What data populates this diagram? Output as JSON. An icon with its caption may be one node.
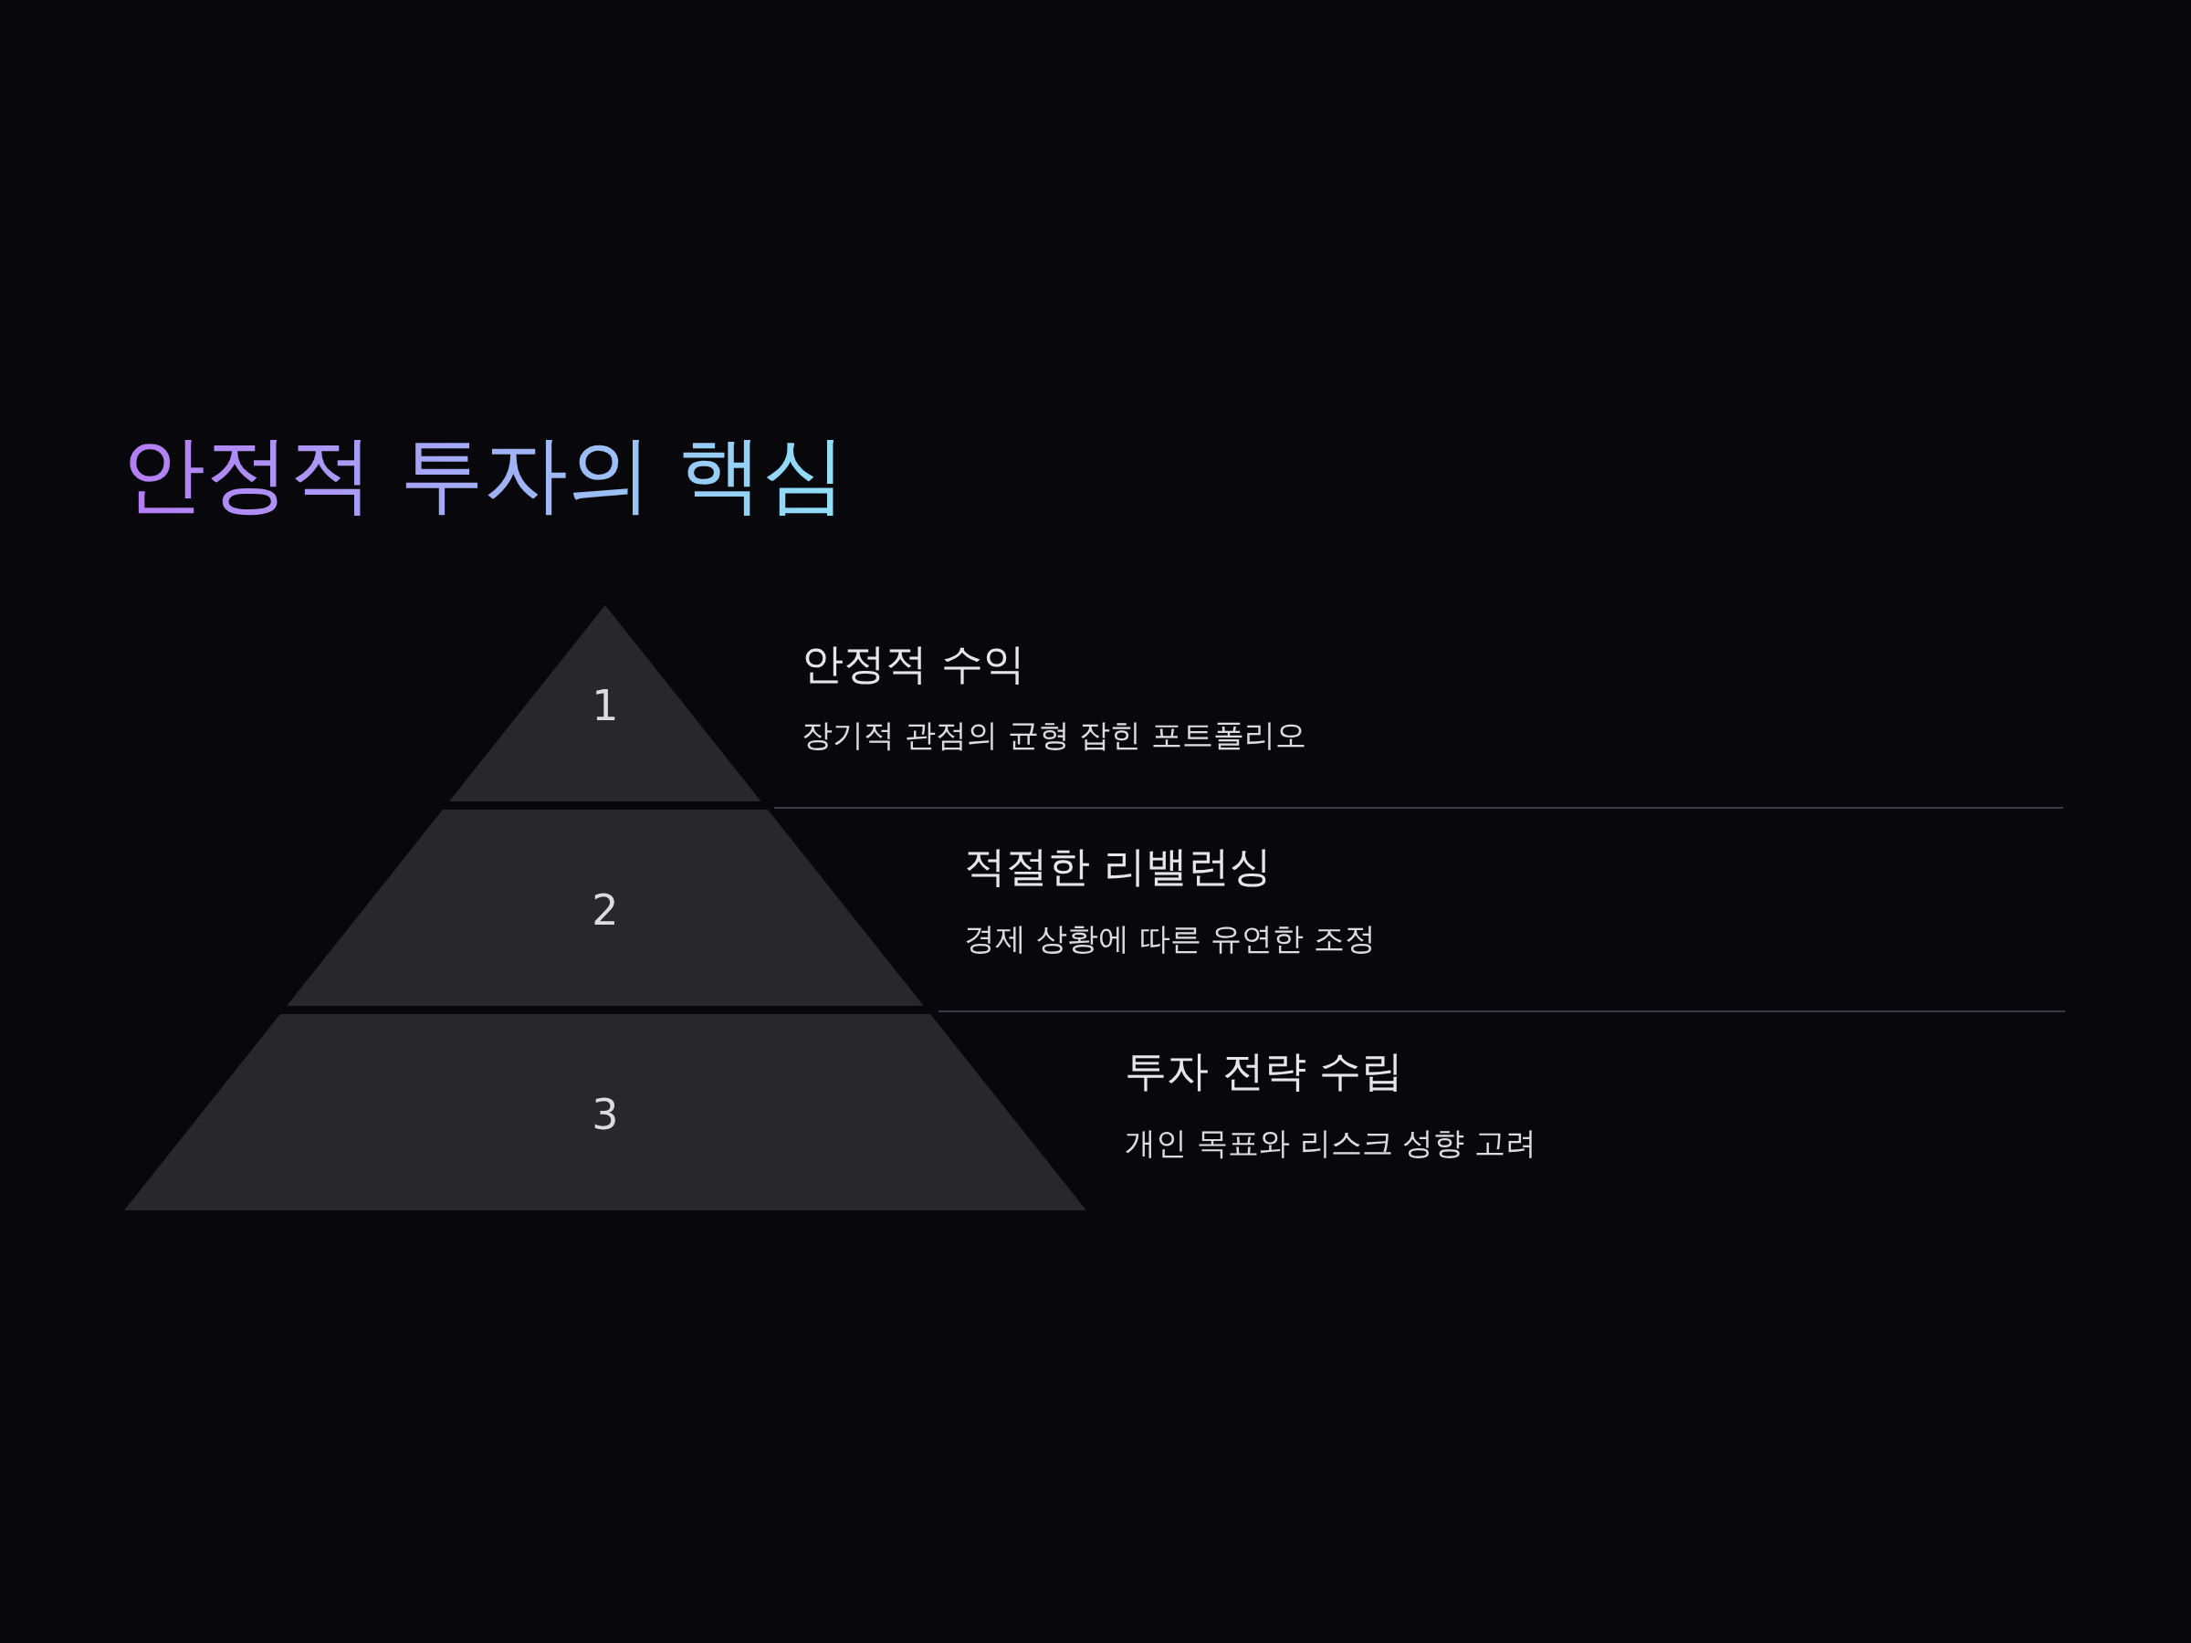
{
  "diagram": {
    "title": "안정적 투자의 핵심",
    "nodes": [
      {
        "text": [
          "1"
        ],
        "beside": [
          "안정적 수익",
          "장기적 관점의 균형 잡힌 포트폴리오"
        ]
      },
      {
        "text": [
          "2"
        ],
        "beside": [
          "적절한 리밸런싱",
          "경제 상황에 따른 유연한 조정"
        ]
      },
      {
        "text": [
          "3"
        ],
        "beside": [
          "투자 전략 수립",
          "개인 목표와 리스크 성향 고려"
        ]
      }
    ]
  }
}
